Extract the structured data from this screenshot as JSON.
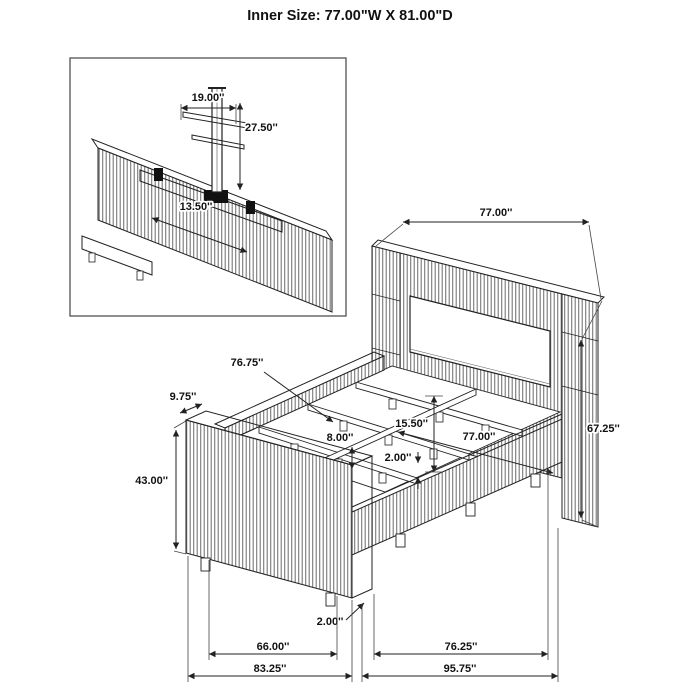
{
  "title": "Inner Size: 77.00\"W X 81.00\"D",
  "inset": {
    "mount_width": "19.00''",
    "mount_height": "27.50''",
    "bracket_length": "13.50''"
  },
  "dims": {
    "headboard_width": "77.00''",
    "headboard_height": "67.25''",
    "rail_length": "76.75''",
    "rail_thickness": "9.75''",
    "footboard_height": "43.00''",
    "slat_spacing": "8.00''",
    "platform_height": "15.50''",
    "inner_width": "77.00''",
    "slat_thickness": "2.00''",
    "foot_height": "2.00''",
    "footboard_inner_width": "66.00''",
    "footboard_outer_width": "83.25''",
    "inner_depth": "76.25''",
    "outer_depth": "95.75''"
  }
}
